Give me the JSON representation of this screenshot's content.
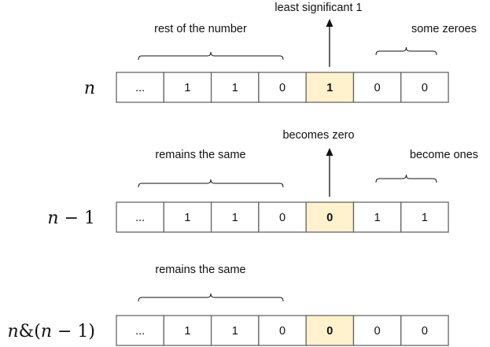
{
  "rows": [
    {
      "math": [
        {
          "t": "n",
          "v": true
        }
      ],
      "cells": [
        "...",
        "1",
        "1",
        "0",
        "1",
        "0",
        "0"
      ],
      "annotations": {
        "left_brace": "rest of the number",
        "arrow": "least significant 1",
        "right_brace": "some zeroes"
      }
    },
    {
      "math": [
        {
          "t": "n",
          "v": true
        },
        {
          "t": " − 1",
          "v": false
        }
      ],
      "cells": [
        "...",
        "1",
        "1",
        "0",
        "0",
        "1",
        "1"
      ],
      "annotations": {
        "left_brace": "remains the same",
        "arrow": "becomes zero",
        "right_brace": "become ones"
      }
    },
    {
      "math": [
        {
          "t": "n",
          "v": true
        },
        {
          "t": "&(",
          "v": false
        },
        {
          "t": "n",
          "v": true
        },
        {
          "t": " − 1)",
          "v": false
        }
      ],
      "cells": [
        "...",
        "1",
        "1",
        "0",
        "0",
        "0",
        "0"
      ],
      "annotations": {
        "left_brace": "remains the same",
        "arrow": "",
        "right_brace": ""
      }
    }
  ],
  "highlight_index": 4,
  "colors": {
    "highlight_fill": "#fff2cc",
    "cell_border": "#666666"
  }
}
